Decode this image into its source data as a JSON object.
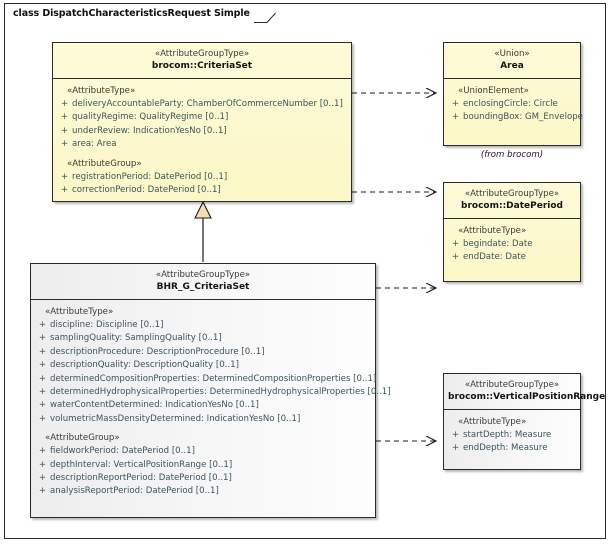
{
  "diagram": {
    "frame_label": "class DispatchCharacteristicsRequest Simple"
  },
  "classes": {
    "criteria_set": {
      "stereotype": "«AttributeGroupType»",
      "name": "brocom::CriteriaSet",
      "groups": [
        {
          "label": "«AttributeType»",
          "attributes": [
            {
              "visibility": "+",
              "text": "deliveryAccountableParty: ChamberOfCommerceNumber [0..1]"
            },
            {
              "visibility": "+",
              "text": "qualityRegime: QualityRegime [0..1]"
            },
            {
              "visibility": "+",
              "text": "underReview: IndicationYesNo [0..1]"
            },
            {
              "visibility": "+",
              "text": "area: Area"
            }
          ]
        },
        {
          "label": "«AttributeGroup»",
          "attributes": [
            {
              "visibility": "+",
              "text": "registrationPeriod: DatePeriod [0..1]"
            },
            {
              "visibility": "+",
              "text": "correctionPeriod: DatePeriod [0..1]"
            }
          ]
        }
      ]
    },
    "area": {
      "stereotype": "«Union»",
      "name": "Area",
      "from_note": "(from brocom)",
      "groups": [
        {
          "label": "«UnionElement»",
          "attributes": [
            {
              "visibility": "+",
              "text": "enclosingCircle: Circle"
            },
            {
              "visibility": "+",
              "text": "boundingBox: GM_Envelope"
            }
          ]
        }
      ]
    },
    "date_period": {
      "stereotype": "«AttributeGroupType»",
      "name": "brocom::DatePeriod",
      "groups": [
        {
          "label": "«AttributeType»",
          "attributes": [
            {
              "visibility": "+",
              "text": "begindate: Date"
            },
            {
              "visibility": "+",
              "text": "endDate: Date"
            }
          ]
        }
      ]
    },
    "vertical_position_range": {
      "stereotype": "«AttributeGroupType»",
      "name": "brocom::VerticalPositionRange",
      "groups": [
        {
          "label": "«AttributeType»",
          "attributes": [
            {
              "visibility": "+",
              "text": "startDepth: Measure"
            },
            {
              "visibility": "+",
              "text": "endDepth: Measure"
            }
          ]
        }
      ]
    },
    "bhr_g_criteria_set": {
      "stereotype": "«AttributeGroupType»",
      "name": "BHR_G_CriteriaSet",
      "groups": [
        {
          "label": "«AttributeType»",
          "attributes": [
            {
              "visibility": "+",
              "text": "discipline: Discipline [0..1]"
            },
            {
              "visibility": "+",
              "text": "samplingQuality: SamplingQuality [0..1]"
            },
            {
              "visibility": "+",
              "text": "descriptionProcedure: DescriptionProcedure [0..1]"
            },
            {
              "visibility": "+",
              "text": "descriptionQuality: DescriptionQuality [0..1]"
            },
            {
              "visibility": "+",
              "text": "determinedCompositionProperties: DeterminedCompositionProperties [0..1]"
            },
            {
              "visibility": "+",
              "text": "determinedHydrophysicalProperties: DeterminedHydrophysicalProperties [0..1]"
            },
            {
              "visibility": "+",
              "text": "waterContentDetermined: IndicationYesNo [0..1]"
            },
            {
              "visibility": "+",
              "text": "volumetricMassDensityDetermined: IndicationYesNo [0..1]"
            }
          ]
        },
        {
          "label": "«AttributeGroup»",
          "attributes": [
            {
              "visibility": "+",
              "text": "fieldworkPeriod: DatePeriod [0..1]"
            },
            {
              "visibility": "+",
              "text": "depthInterval: VerticalPositionRange [0..1]"
            },
            {
              "visibility": "+",
              "text": "descriptionReportPeriod: DatePeriod [0..1]"
            },
            {
              "visibility": "+",
              "text": "analysisReportPeriod: DatePeriod [0..1]"
            }
          ]
        }
      ]
    }
  },
  "connectors": [
    {
      "type": "dependency",
      "from": "brocom::CriteriaSet",
      "to": "Area"
    },
    {
      "type": "dependency",
      "from": "brocom::CriteriaSet",
      "to": "brocom::DatePeriod"
    },
    {
      "type": "dependency",
      "from": "BHR_G_CriteriaSet",
      "to": "brocom::DatePeriod"
    },
    {
      "type": "dependency",
      "from": "BHR_G_CriteriaSet",
      "to": "brocom::VerticalPositionRange"
    },
    {
      "type": "generalization",
      "from": "BHR_G_CriteriaSet",
      "to": "brocom::CriteriaSet"
    }
  ],
  "colors": {
    "class_fill": "#fcf9cf",
    "class_fill_alt": "#f1f1f1",
    "border": "#2b2b2b",
    "attribute_text": "#37565f",
    "generalization_fill": "#f5dcb4"
  }
}
